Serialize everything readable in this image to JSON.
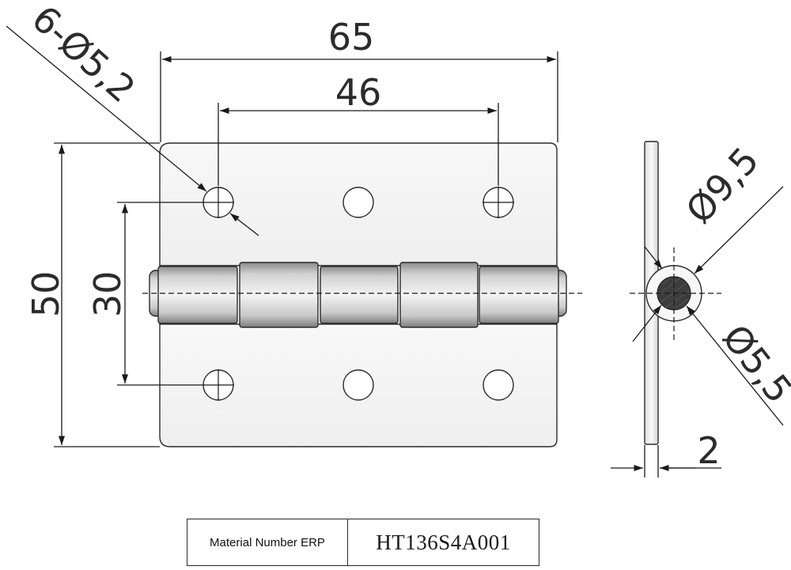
{
  "dimensions": {
    "width": "65",
    "hole_spacing": "46",
    "height": "50",
    "hole_offset": "30",
    "holes": "6-Ø5,2",
    "knuckle_diameter": "Ø9,5",
    "pin_diameter": "Ø5,5",
    "thickness": "2"
  },
  "spec_table": {
    "label": "Material Number ERP",
    "value": "HT136S4A001"
  },
  "colors": {
    "line": "#1a1a1a",
    "plate_fill": "#f6f6f6",
    "knuckle_mid": "#e6e6e6",
    "pin_fill": "#3d3d3d"
  }
}
